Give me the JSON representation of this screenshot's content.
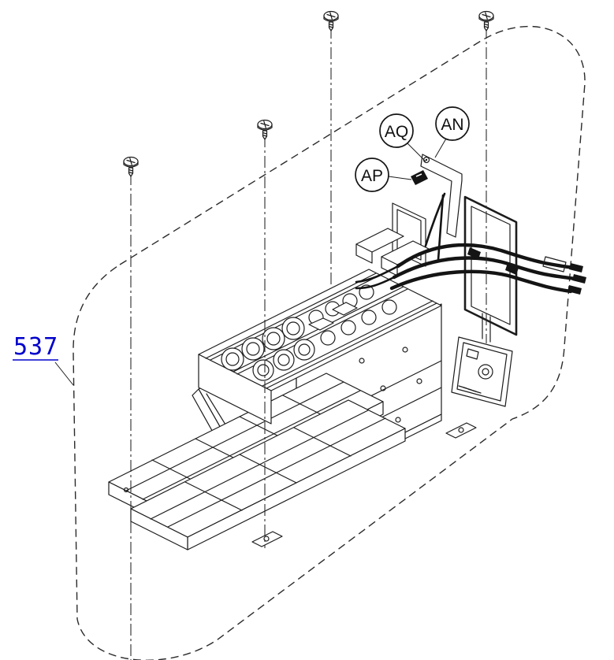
{
  "page": {
    "background": "#ffffff"
  },
  "diagram": {
    "type": "exploded-parts-diagram",
    "part_link": {
      "number": "537",
      "color": "#0000cc"
    },
    "callouts": [
      {
        "label": "AQ"
      },
      {
        "label": "AN"
      },
      {
        "label": "AP"
      }
    ],
    "screws": {
      "count": 4
    },
    "colors": {
      "line": "#1c1c1c",
      "background": "#ffffff",
      "link": "#0000cc"
    }
  }
}
